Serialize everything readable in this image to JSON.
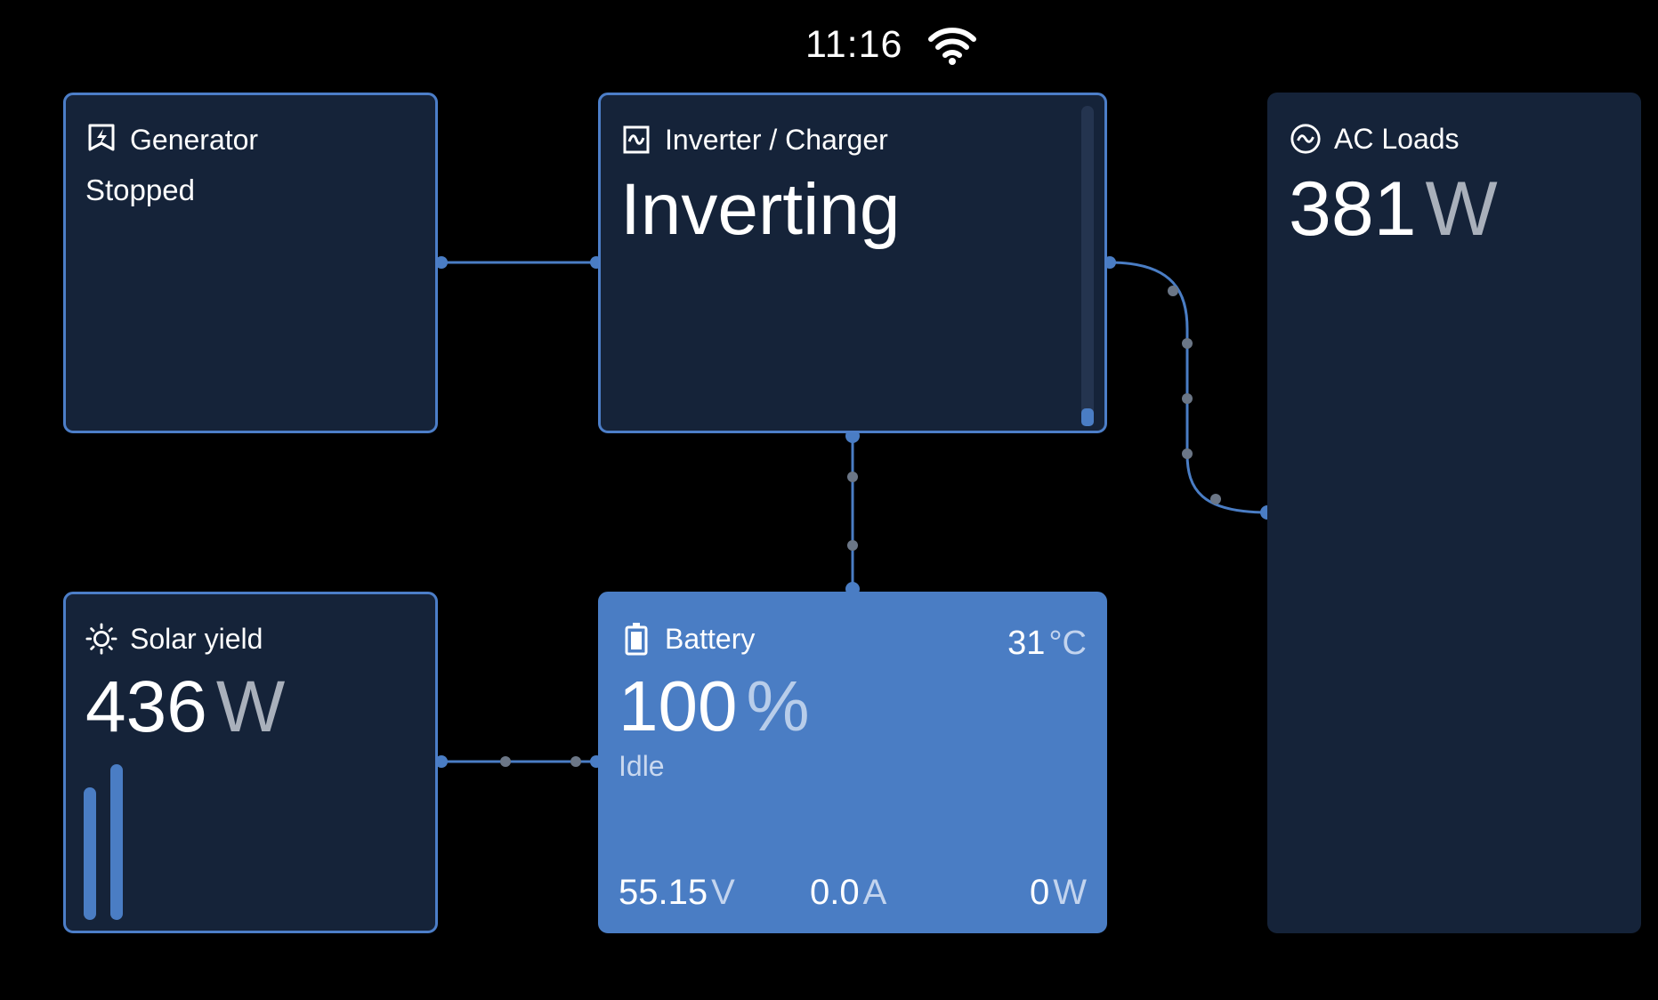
{
  "status_bar": {
    "time": "11:16",
    "wifi_icon": "wifi-icon"
  },
  "colors": {
    "background": "#000000",
    "card_bg": "#152339",
    "accent": "#4a7dc4",
    "unit_grey": "#a9b0bb"
  },
  "generator": {
    "icon": "generator-icon",
    "title": "Generator",
    "status": "Stopped"
  },
  "inverter": {
    "icon": "inverter-icon",
    "title": "Inverter / Charger",
    "state": "Inverting",
    "scroll_fraction": 0.05
  },
  "ac_loads": {
    "icon": "ac-icon",
    "title": "AC Loads",
    "value": "381",
    "unit": "W"
  },
  "solar": {
    "icon": "sun-icon",
    "title": "Solar yield",
    "value": "436",
    "unit": "W",
    "history_bars": [
      0.83,
      0.97
    ]
  },
  "battery": {
    "icon": "battery-icon",
    "title": "Battery",
    "temperature": "31",
    "temperature_unit": "°C",
    "soc": "100",
    "soc_unit": "%",
    "state": "Idle",
    "voltage": "55.15",
    "voltage_unit": "V",
    "current": "0.0",
    "current_unit": "A",
    "power": "0",
    "power_unit": "W"
  }
}
